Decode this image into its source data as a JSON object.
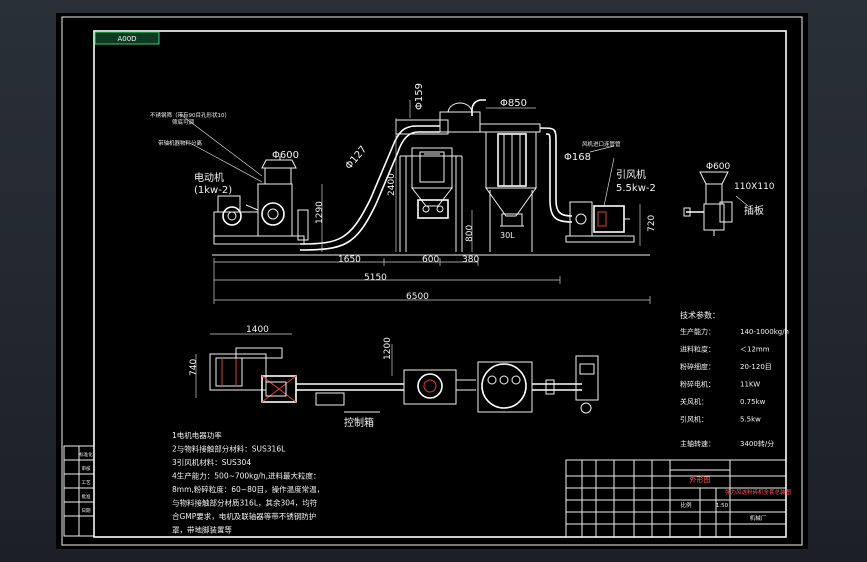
{
  "sheet": {
    "tag_label": "A00D"
  },
  "elevation": {
    "labels": {
      "motor": "电动机",
      "motor_power": "(1kw-2)",
      "dia_600": "Φ600",
      "dia_159": "Φ159",
      "dia_127": "Φ127",
      "dia_850": "Φ850",
      "dia_168": "Φ168",
      "fan": "引风机",
      "fan_power": "5.5kw-2",
      "side_dia_600": "Φ600",
      "side_size": "110X110",
      "gate": "插板",
      "note_top_a": "不锈钢筛（带有90目孔形状10）",
      "note_top_b": "筛底可调",
      "note_top_c": "带轴机器物料分离",
      "note_filter": "风机进口连管管",
      "valve_size": "30L"
    },
    "dims": {
      "h_2400": "2400",
      "h_1290": "1290",
      "h_720": "720",
      "h_800": "800",
      "d_1650": "1650",
      "d_600": "600",
      "d_380": "380",
      "d_5150": "5150",
      "d_6500": "6500"
    }
  },
  "plan": {
    "dims": {
      "w_1400": "1400",
      "h_740": "740",
      "h_1200": "1200"
    },
    "control_box_label": "控制箱"
  },
  "notes": [
    "1电机电器功率",
    "2与物料接触部分材料：SUS316L",
    "3引风机材料：SUS304",
    "4生产能力：500~700kg/h,进料最大粒度：",
    "8mm,粉碎粒度：60~80目，操作温度常温，",
    "与物料接触部分材质316L，其余304，均符",
    "合GMP要求，电机及联轴器等带不锈钢防护",
    "罩，带地脚装置等"
  ],
  "specs": {
    "title": "技术参数：",
    "rows": [
      {
        "label": "生产能力：",
        "value": "140-1000kg/h"
      },
      {
        "label": "进料粒度：",
        "value": "＜12mm"
      },
      {
        "label": "粉碎细度：",
        "value": "20-120目"
      },
      {
        "label": "粉碎电机：",
        "value": "11KW"
      },
      {
        "label": "关风机：",
        "value": "0.75kw"
      },
      {
        "label": "引风机：",
        "value": "5.5kw"
      },
      {
        "label": "主轴转速：",
        "value": "3400转/分"
      }
    ]
  },
  "title_block": {
    "drawing_type": "外形图",
    "product_name": "强力风选粉碎机全套总装图",
    "scale_label": "比例",
    "sheet_label": "1:50",
    "company": "机械厂"
  },
  "left_strip": [
    "标准化",
    "审核",
    "工艺",
    "批准",
    "日期"
  ]
}
